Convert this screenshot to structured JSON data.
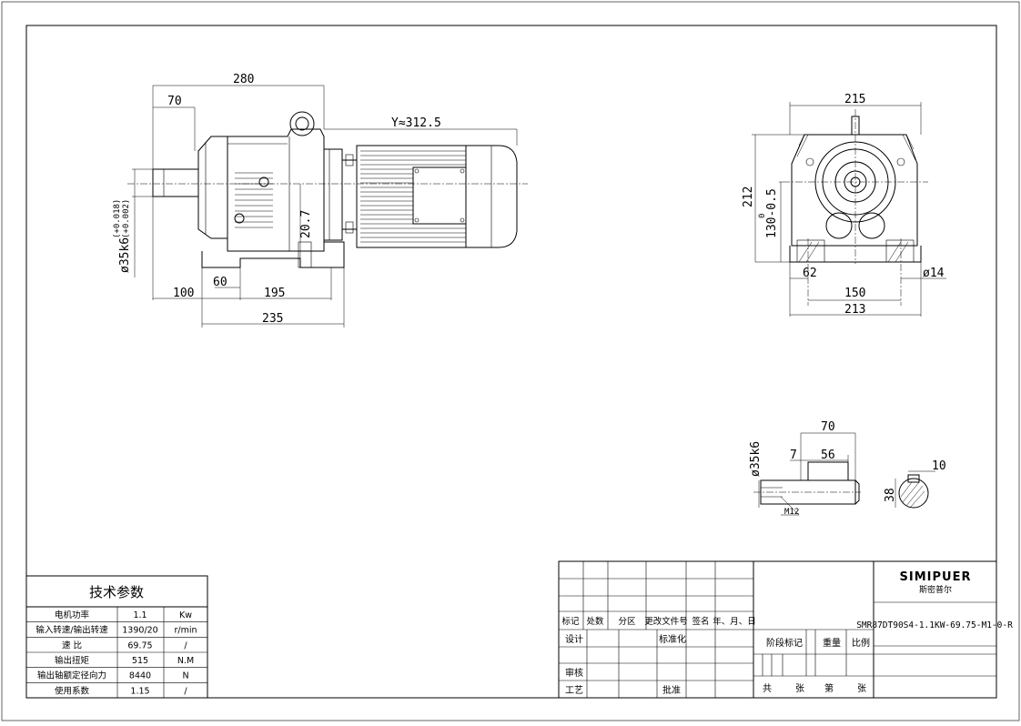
{
  "drawing": {
    "side_view": {
      "dims": {
        "overall_length": "280",
        "flange_offset": "70",
        "motor_length": "Y≈312.5",
        "shaft_dia": "ø35k6",
        "shaft_tol": "(+0.018)",
        "shaft_tol_low": "(+0.002)",
        "center_height": "20.7",
        "foot_offset": "60",
        "shaft_to_foot": "100",
        "foot_hole_span": "195",
        "foot_length": "235"
      }
    },
    "front_view": {
      "dims": {
        "overall_width": "215",
        "height": "212",
        "axis_height": "130-0.5",
        "axis_height_zero": "0",
        "foot_edge": "62",
        "hole_dia": "ø14",
        "hole_span": "150",
        "foot_width": "213"
      }
    },
    "shaft_detail": {
      "dims": {
        "length": "70",
        "key_offset": "7",
        "key_length": "56",
        "dia": "ø35k6",
        "thread": "M12",
        "key_width": "10",
        "key_height": "38"
      }
    }
  },
  "tech_params": {
    "title": "技术参数",
    "rows": [
      {
        "name": "电机功率",
        "value": "1.1",
        "unit": "Kw"
      },
      {
        "name": "输入转速/输出转速",
        "value": "1390/20",
        "unit": "r/min"
      },
      {
        "name": "速  比",
        "value": "69.75",
        "unit": "/"
      },
      {
        "name": "输出扭矩",
        "value": "515",
        "unit": "N.M"
      },
      {
        "name": "输出轴额定径向力",
        "value": "8440",
        "unit": "N"
      },
      {
        "name": "使用系数",
        "value": "1.15",
        "unit": "/"
      }
    ]
  },
  "title_block": {
    "rev_headers": [
      "标记",
      "处数",
      "分区",
      "更改文件号",
      "签名",
      "年、月、日"
    ],
    "design": "设计",
    "standardization": "标准化",
    "review": "审核",
    "process": "工艺",
    "approve": "批准",
    "stage_mark": "阶段标记",
    "weight": "重量",
    "scale": "比例",
    "total": "共",
    "sheets": "张",
    "page": "第",
    "page_unit": "张",
    "brand": "SIMIPUER",
    "brand_cn": "斯密普尔",
    "model": "SMR87DT90S4-1.1KW-69.75-M1-0-R",
    "brand_color": "#d9232e"
  }
}
